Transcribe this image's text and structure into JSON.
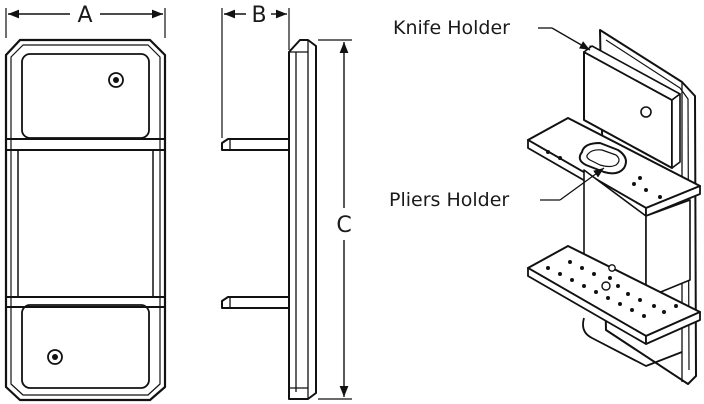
{
  "dimensions": {
    "a": "A",
    "b": "B",
    "c": "C"
  },
  "callouts": {
    "knife_holder": "Knife Holder",
    "pliers_holder": "Pliers Holder"
  }
}
